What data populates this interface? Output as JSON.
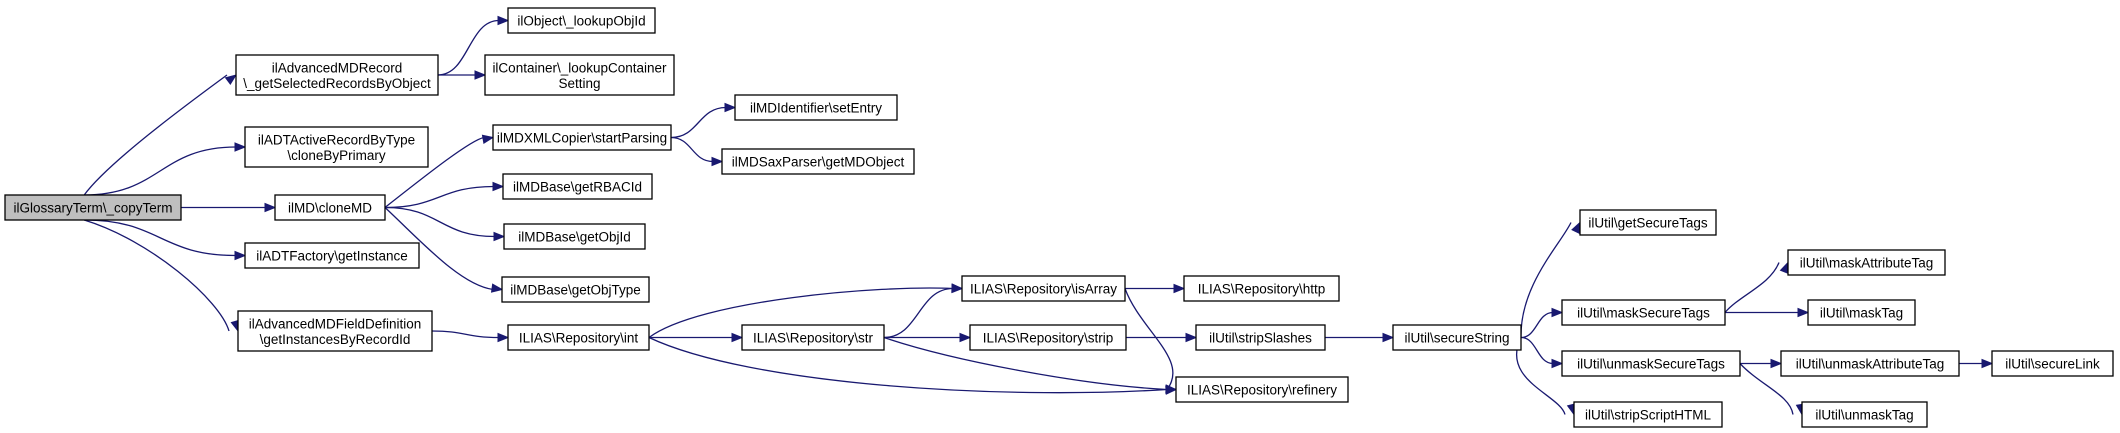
{
  "diagram": {
    "nodes": [
      {
        "id": "n_root",
        "lines": [
          "ilGlossaryTerm\\_copyTerm"
        ],
        "root": true
      },
      {
        "id": "n_advrec",
        "lines": [
          "ilAdvancedMDRecord",
          "\\_getSelectedRecordsByObject"
        ]
      },
      {
        "id": "n_adtactive",
        "lines": [
          "ilADTActiveRecordByType",
          "\\cloneByPrimary"
        ]
      },
      {
        "id": "n_clonemd",
        "lines": [
          "ilMD\\cloneMD"
        ]
      },
      {
        "id": "n_adtfactory",
        "lines": [
          "ilADTFactory\\getInstance"
        ]
      },
      {
        "id": "n_fielddef",
        "lines": [
          "ilAdvancedMDFieldDefinition",
          "\\getInstancesByRecordId"
        ]
      },
      {
        "id": "n_lookupobj",
        "lines": [
          "ilObject\\_lookupObjId"
        ]
      },
      {
        "id": "n_lookupcont",
        "lines": [
          "ilContainer\\_lookupContainer",
          "Setting"
        ]
      },
      {
        "id": "n_xmlcopier",
        "lines": [
          "ilMDXMLCopier\\startParsing"
        ]
      },
      {
        "id": "n_rbacid",
        "lines": [
          "ilMDBase\\getRBACId"
        ]
      },
      {
        "id": "n_objid",
        "lines": [
          "ilMDBase\\getObjId"
        ]
      },
      {
        "id": "n_objtype",
        "lines": [
          "ilMDBase\\getObjType"
        ]
      },
      {
        "id": "n_setentry",
        "lines": [
          "ilMDIdentifier\\setEntry"
        ]
      },
      {
        "id": "n_getmdobject",
        "lines": [
          "ilMDSaxParser\\getMDObject"
        ]
      },
      {
        "id": "n_int",
        "lines": [
          "ILIAS\\Repository\\int"
        ]
      },
      {
        "id": "n_str",
        "lines": [
          "ILIAS\\Repository\\str"
        ]
      },
      {
        "id": "n_isarray",
        "lines": [
          "ILIAS\\Repository\\isArray"
        ]
      },
      {
        "id": "n_strip",
        "lines": [
          "ILIAS\\Repository\\strip"
        ]
      },
      {
        "id": "n_refinery",
        "lines": [
          "ILIAS\\Repository\\refinery"
        ]
      },
      {
        "id": "n_http",
        "lines": [
          "ILIAS\\Repository\\http"
        ]
      },
      {
        "id": "n_stripslashes",
        "lines": [
          "ilUtil\\stripSlashes"
        ]
      },
      {
        "id": "n_securestring",
        "lines": [
          "ilUtil\\secureString"
        ]
      },
      {
        "id": "n_getsecuretags",
        "lines": [
          "ilUtil\\getSecureTags"
        ]
      },
      {
        "id": "n_masksecuretags",
        "lines": [
          "ilUtil\\maskSecureTags"
        ]
      },
      {
        "id": "n_unmasksecuretags",
        "lines": [
          "ilUtil\\unmaskSecureTags"
        ]
      },
      {
        "id": "n_stripscript",
        "lines": [
          "ilUtil\\stripScriptHTML"
        ]
      },
      {
        "id": "n_maskattr",
        "lines": [
          "ilUtil\\maskAttributeTag"
        ]
      },
      {
        "id": "n_masktag",
        "lines": [
          "ilUtil\\maskTag"
        ]
      },
      {
        "id": "n_unmaskattr",
        "lines": [
          "ilUtil\\unmaskAttributeTag"
        ]
      },
      {
        "id": "n_unmasktag",
        "lines": [
          "ilUtil\\unmaskTag"
        ]
      },
      {
        "id": "n_securelink",
        "lines": [
          "ilUtil\\secureLink"
        ]
      }
    ],
    "edges": [
      {
        "from": "n_root",
        "to": "n_advrec"
      },
      {
        "from": "n_root",
        "to": "n_adtactive"
      },
      {
        "from": "n_root",
        "to": "n_clonemd"
      },
      {
        "from": "n_root",
        "to": "n_adtfactory"
      },
      {
        "from": "n_root",
        "to": "n_fielddef"
      },
      {
        "from": "n_advrec",
        "to": "n_lookupobj"
      },
      {
        "from": "n_advrec",
        "to": "n_lookupcont"
      },
      {
        "from": "n_clonemd",
        "to": "n_xmlcopier"
      },
      {
        "from": "n_clonemd",
        "to": "n_rbacid"
      },
      {
        "from": "n_clonemd",
        "to": "n_objid"
      },
      {
        "from": "n_clonemd",
        "to": "n_objtype"
      },
      {
        "from": "n_xmlcopier",
        "to": "n_setentry"
      },
      {
        "from": "n_xmlcopier",
        "to": "n_getmdobject"
      },
      {
        "from": "n_fielddef",
        "to": "n_int"
      },
      {
        "from": "n_int",
        "to": "n_isarray"
      },
      {
        "from": "n_int",
        "to": "n_str"
      },
      {
        "from": "n_int",
        "to": "n_refinery"
      },
      {
        "from": "n_str",
        "to": "n_isarray"
      },
      {
        "from": "n_str",
        "to": "n_strip"
      },
      {
        "from": "n_str",
        "to": "n_refinery"
      },
      {
        "from": "n_isarray",
        "to": "n_http"
      },
      {
        "from": "n_isarray",
        "to": "n_refinery"
      },
      {
        "from": "n_strip",
        "to": "n_stripslashes"
      },
      {
        "from": "n_stripslashes",
        "to": "n_securestring"
      },
      {
        "from": "n_securestring",
        "to": "n_getsecuretags"
      },
      {
        "from": "n_securestring",
        "to": "n_masksecuretags"
      },
      {
        "from": "n_securestring",
        "to": "n_unmasksecuretags"
      },
      {
        "from": "n_securestring",
        "to": "n_stripscript"
      },
      {
        "from": "n_masksecuretags",
        "to": "n_maskattr"
      },
      {
        "from": "n_masksecuretags",
        "to": "n_masktag"
      },
      {
        "from": "n_unmasksecuretags",
        "to": "n_unmaskattr"
      },
      {
        "from": "n_unmasksecuretags",
        "to": "n_unmasktag"
      },
      {
        "from": "n_unmaskattr",
        "to": "n_securelink"
      }
    ],
    "colors": {
      "edge": "#191970",
      "node_border": "#000000",
      "node_fill": "#ffffff",
      "root_fill": "#bfbfbf"
    }
  }
}
